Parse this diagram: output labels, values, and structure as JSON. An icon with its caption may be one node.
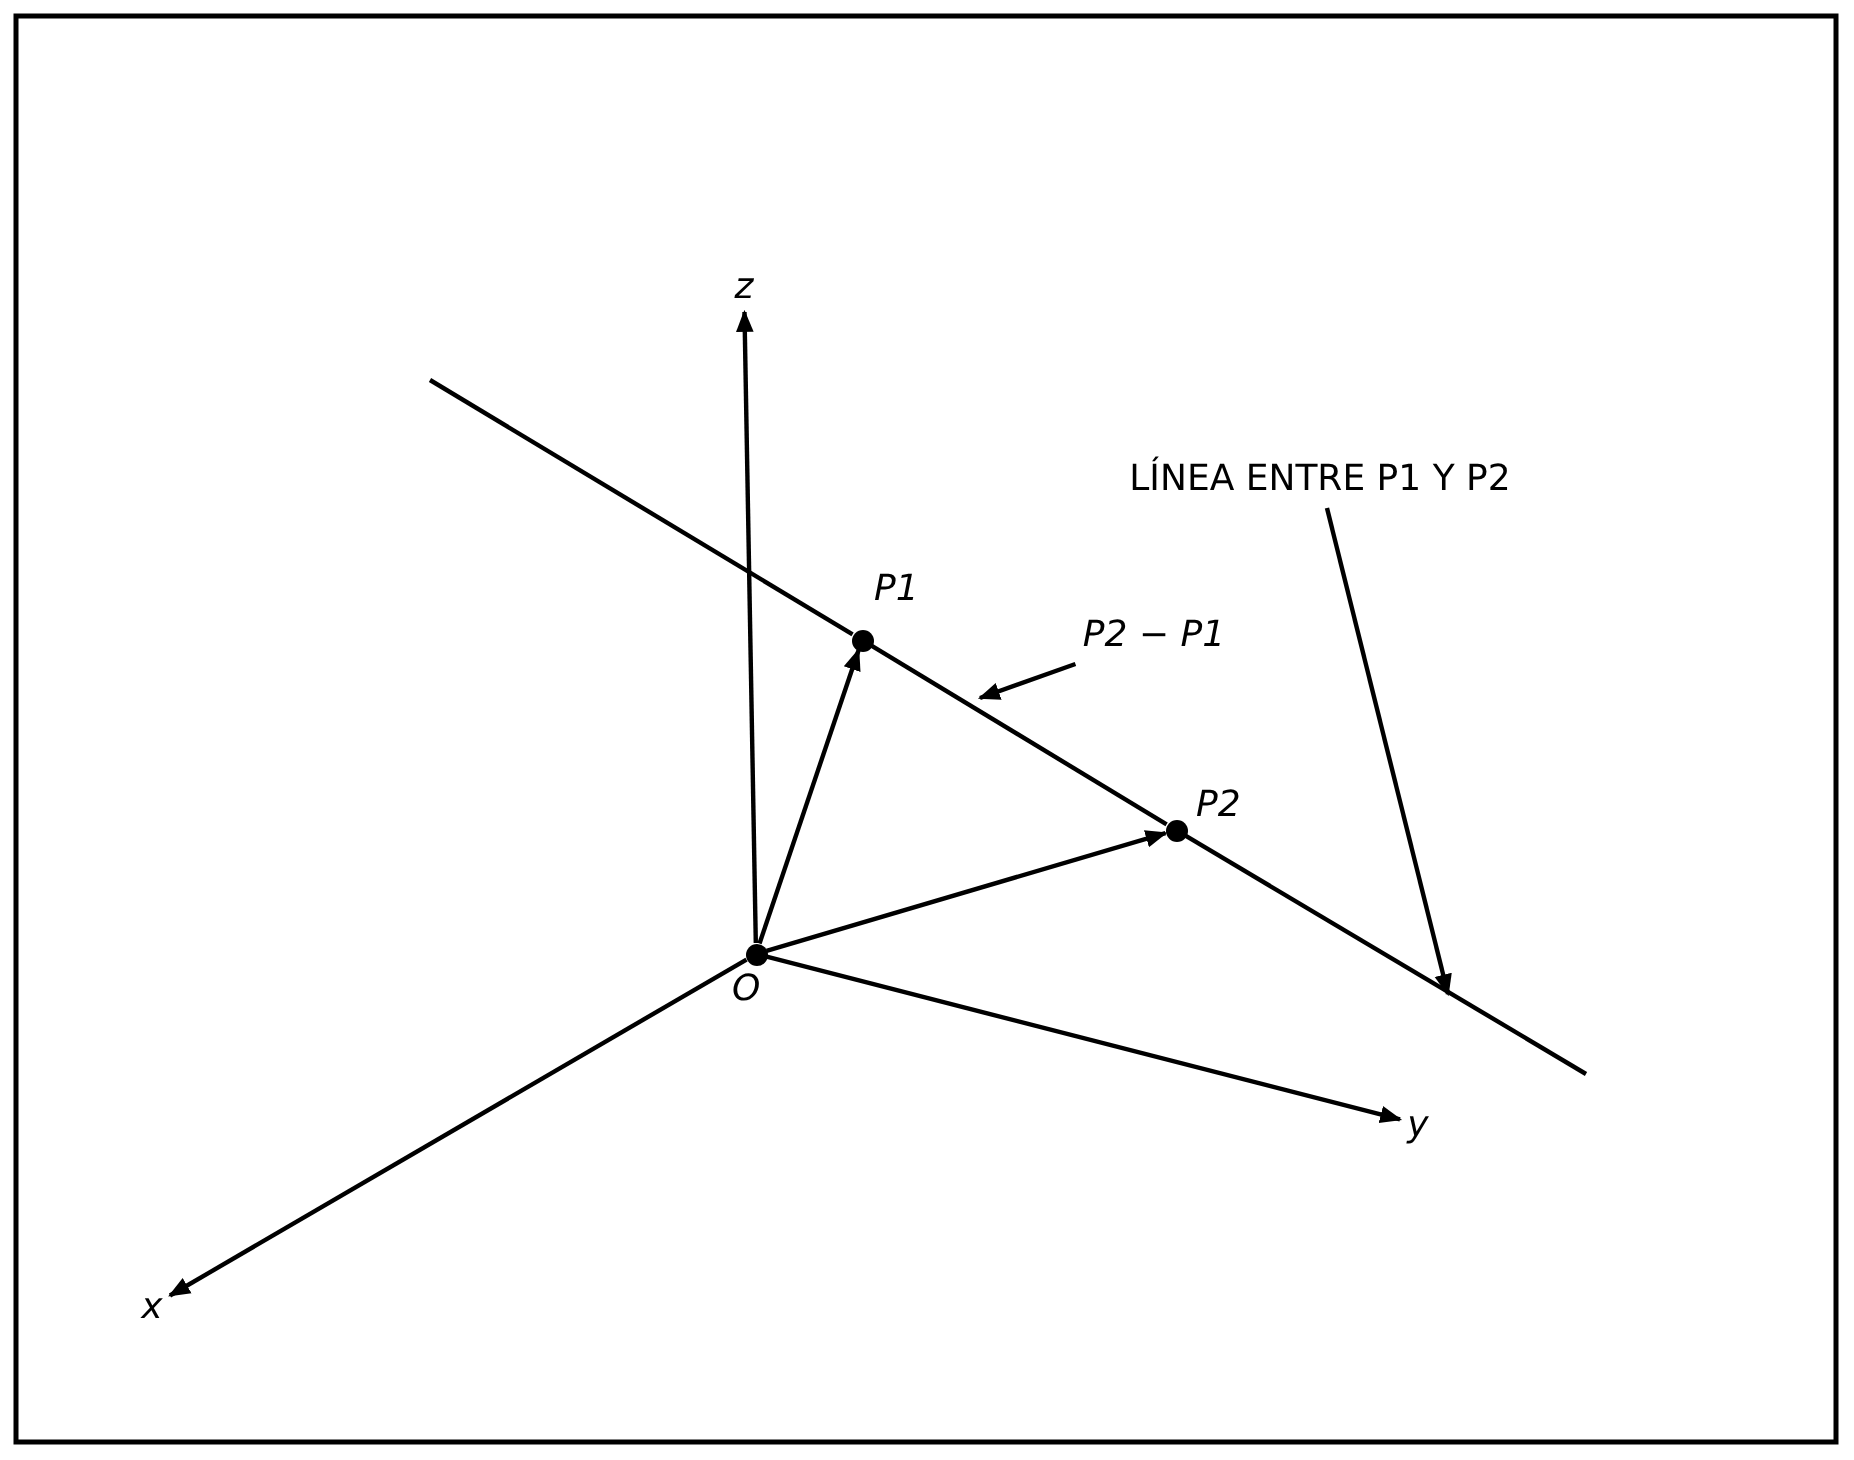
{
  "diagram": {
    "nodes": [
      {
        "text": [],
        "shape": "circle",
        "beside": [
          "O"
        ]
      },
      {
        "text": [],
        "shape": "circle",
        "beside": [
          "P1"
        ]
      },
      {
        "text": [],
        "shape": "circle",
        "beside": [
          "P2"
        ]
      },
      {
        "text": [
          "x"
        ]
      },
      {
        "text": [
          "y"
        ]
      },
      {
        "text": [
          "z"
        ]
      },
      {
        "text": [
          "P2 − P1"
        ]
      },
      {
        "text": [
          "LÍNEA ENTRE P1 Y P2"
        ]
      }
    ],
    "edges": [
      {
        "from": 0,
        "to": 3,
        "arrow": "to"
      },
      {
        "from": 0,
        "to": 4,
        "arrow": "to"
      },
      {
        "from": 0,
        "to": 5,
        "arrow": "to"
      },
      {
        "from": 0,
        "to": 1,
        "arrow": "to"
      },
      {
        "from": 0,
        "to": 2,
        "arrow": "to"
      },
      {
        "from": 1,
        "to": 2,
        "arrow": "none"
      },
      {
        "from": 6,
        "to": null,
        "arrow": "to"
      },
      {
        "from": 7,
        "to": null,
        "arrow": "to"
      }
    ]
  }
}
